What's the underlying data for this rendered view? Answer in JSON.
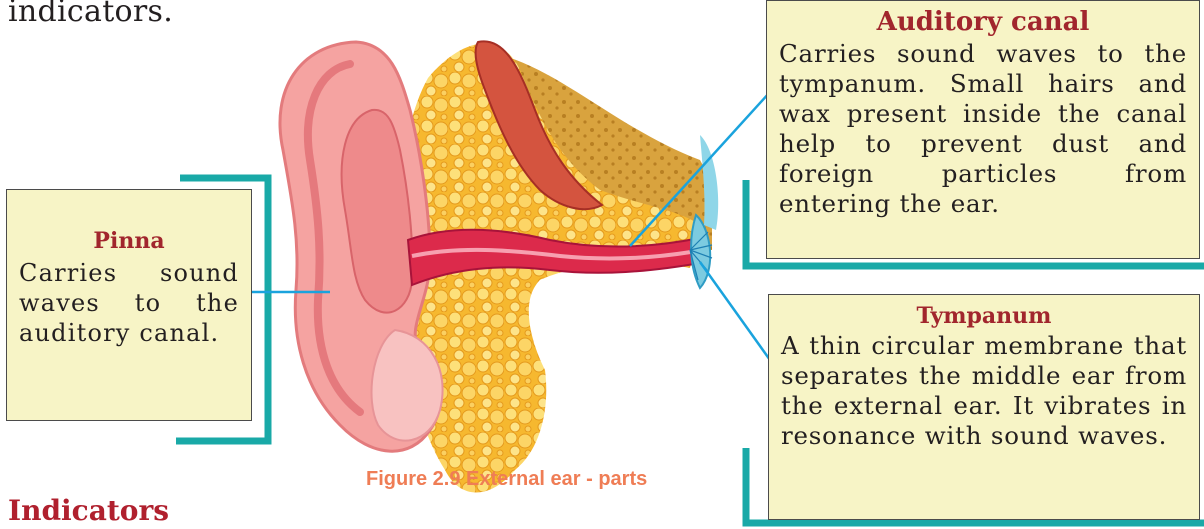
{
  "page": {
    "fragment_text": "indicators.",
    "figure_caption": "Figure 2.9 External ear - parts",
    "section_heading": "Indicators"
  },
  "labels": {
    "pinna": {
      "title": "Pinna",
      "text": "Carries sound waves to the auditory canal."
    },
    "auditory_canal": {
      "title": "Auditory canal",
      "text": "Carries sound waves to the tympanum. Small hairs and wax present inside the canal help to prevent dust and foreign particles from entering the ear."
    },
    "tympanum": {
      "title": "Tympanum",
      "text": "A thin circular membrane that separates the middle ear from the external ear. It vibrates in resonance with sound waves."
    }
  },
  "colors": {
    "box_fill": "#f7f4c6",
    "box_shadow": "#19a9a7",
    "title_red": "#a1262d",
    "heading_red": "#b0202e",
    "caption_orange": "#ef7d55",
    "leader_line": "#1aa3dd"
  }
}
